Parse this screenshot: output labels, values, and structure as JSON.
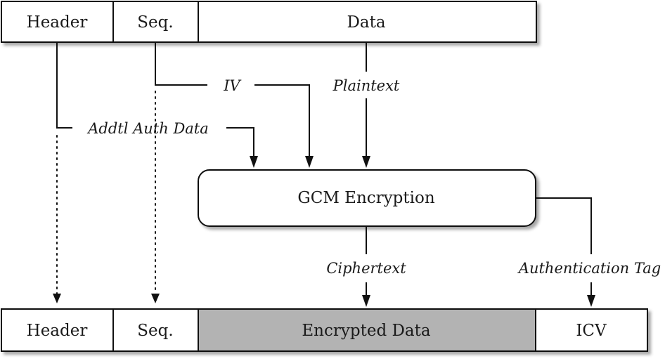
{
  "top_packet": {
    "header": "Header",
    "seq": "Seq.",
    "data": "Data"
  },
  "flow_labels": {
    "iv": "IV",
    "plaintext": "Plaintext",
    "aad": "Addtl Auth Data",
    "ciphertext": "Ciphertext",
    "auth_tag": "Authentication Tag"
  },
  "encryption_box": {
    "label": "GCM Encryption"
  },
  "bottom_packet": {
    "header": "Header",
    "seq": "Seq.",
    "encrypted_data": "Encrypted Data",
    "icv": "ICV"
  },
  "colors": {
    "encrypted_fill": "#b3b3b3",
    "box_fill": "#ffffff",
    "line": "#111111"
  }
}
